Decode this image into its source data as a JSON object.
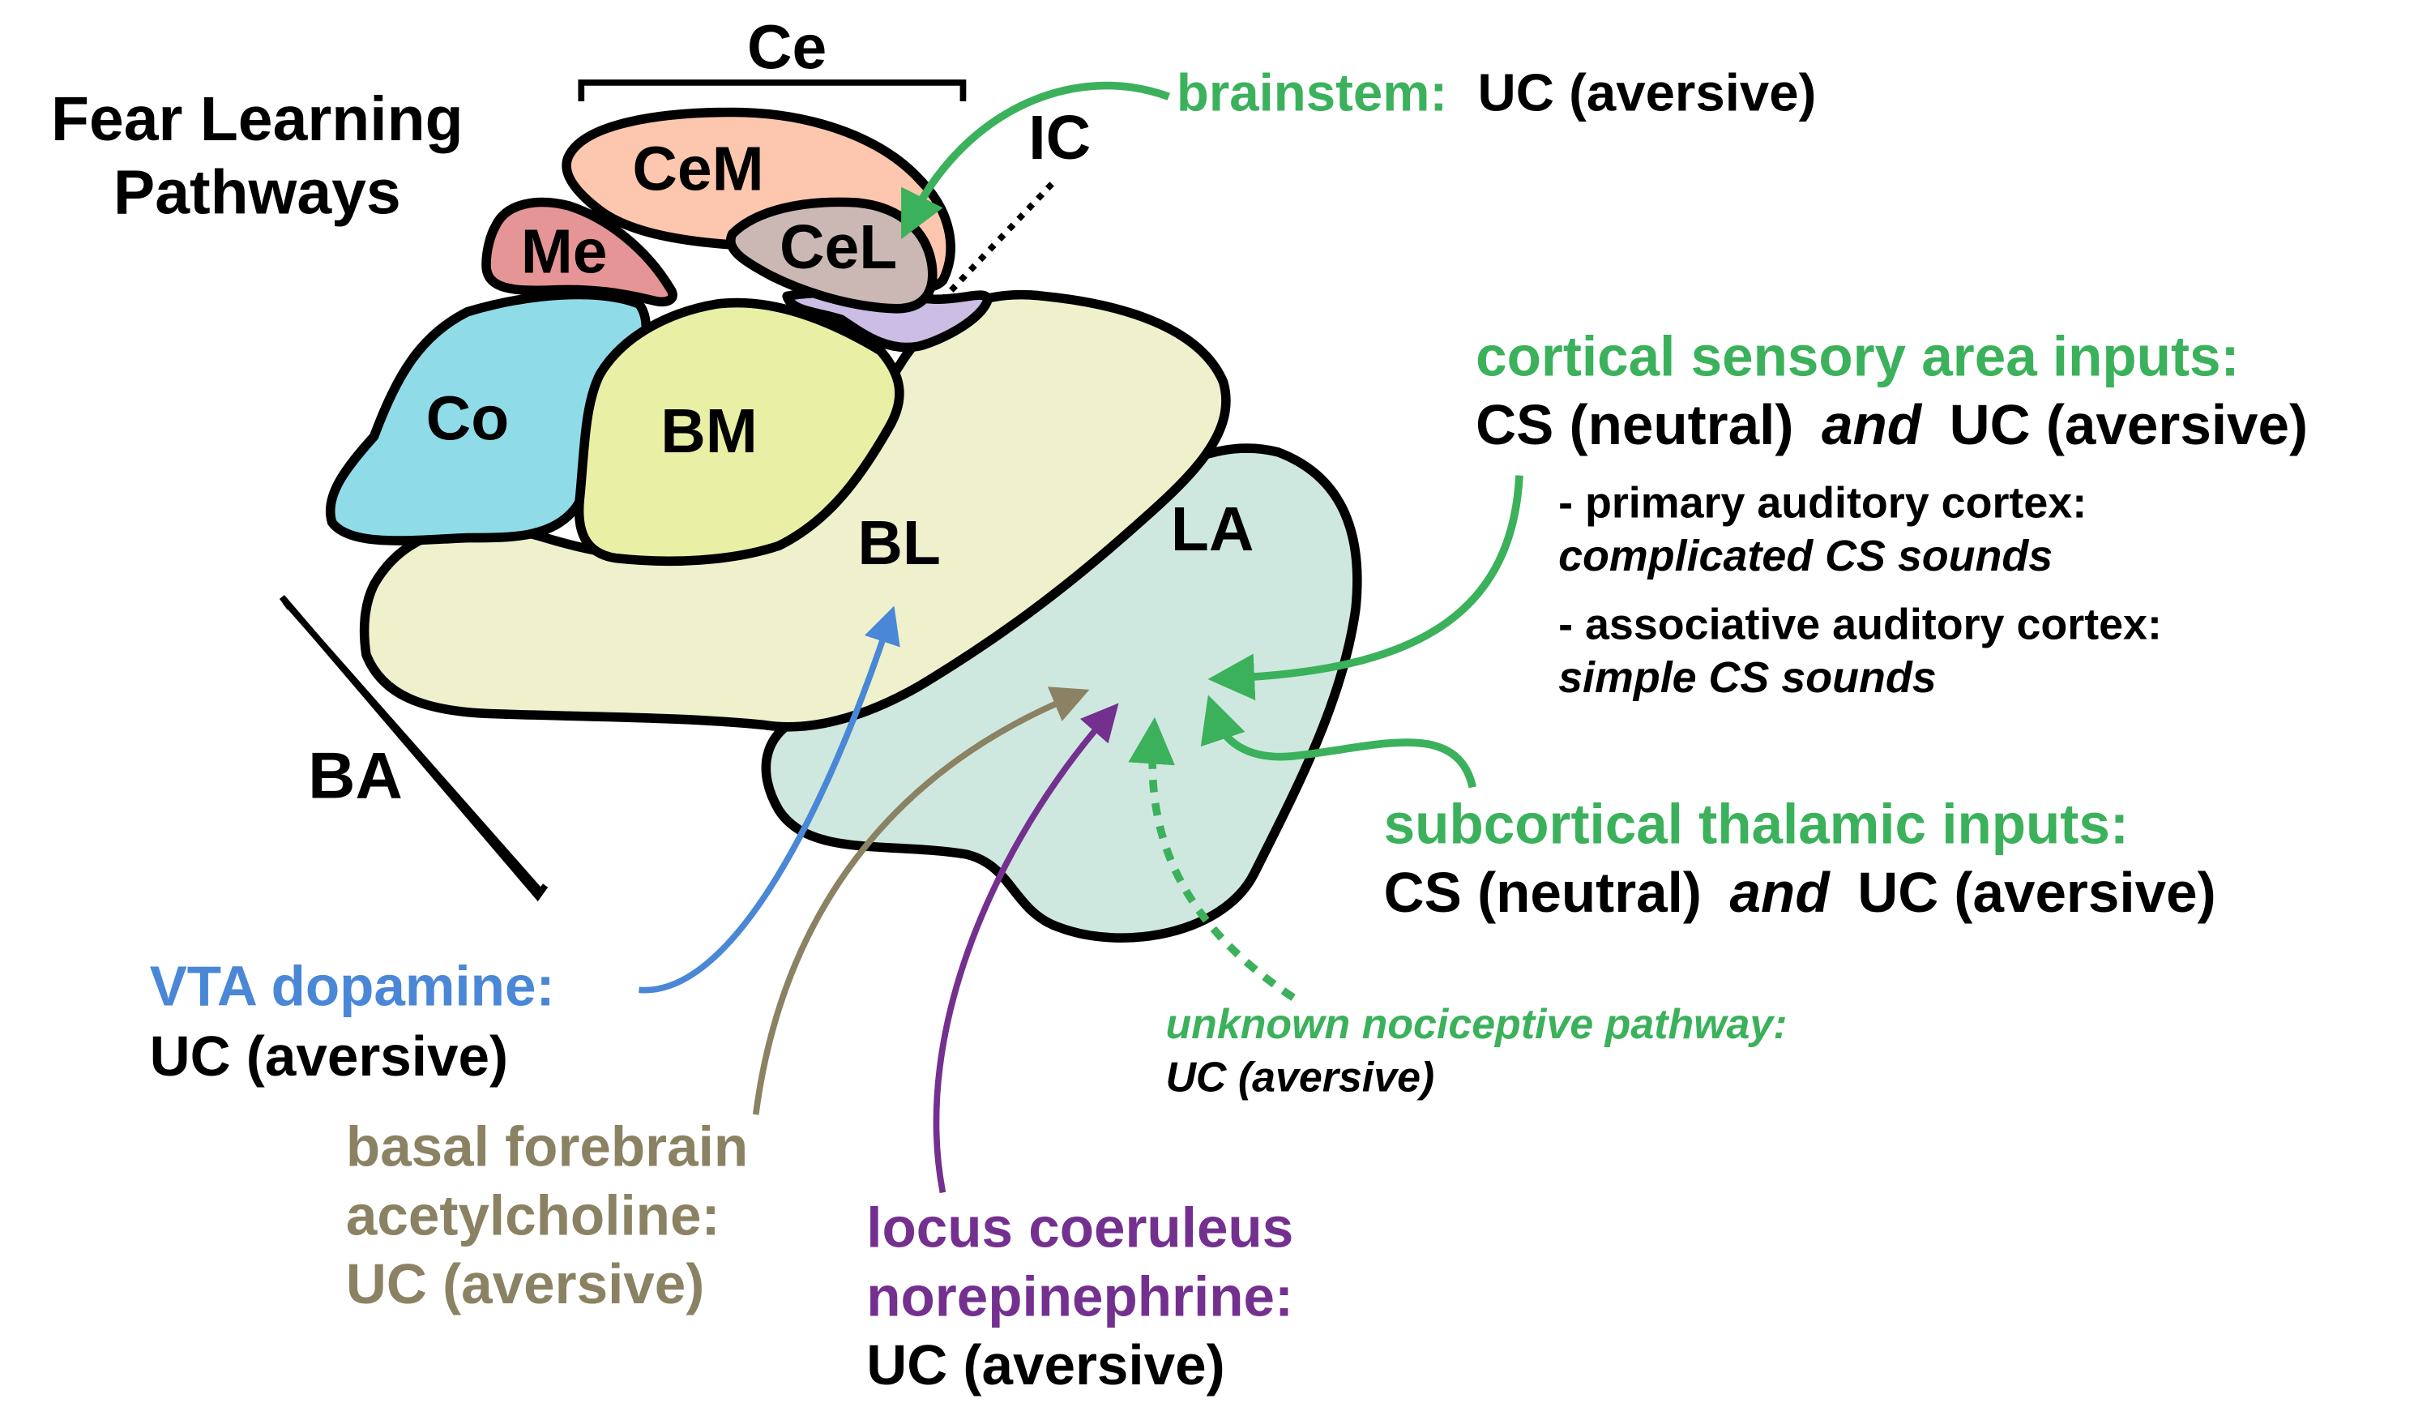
{
  "title": {
    "line1": "Fear Learning",
    "line2": "Pathways"
  },
  "colors": {
    "green": "#3bb15b",
    "blue": "#4a87d6",
    "olive": "#8a8263",
    "purple": "#74308f",
    "black": "#000000"
  },
  "regions": {
    "Ce": "Ce",
    "CeM": "CeM",
    "CeL": "CeL",
    "Me": "Me",
    "IC": "IC",
    "Co": "Co",
    "BM": "BM",
    "BL": "BL",
    "LA": "LA",
    "BA": "BA"
  },
  "region_colors": {
    "CeM": "#fcc7ae",
    "CeL": "#cbb8b5",
    "Me": "#e69597",
    "IC": "#cbbde4",
    "Co": "#8fdce8",
    "BM": "#e9efa5",
    "BL": "#eef1cc",
    "LA": "#cfe8df"
  },
  "inputs": {
    "brainstem": {
      "label": "brainstem:",
      "value": "UC (aversive)"
    },
    "cortical": {
      "label": "cortical sensory area inputs:",
      "value_a": "CS (neutral)",
      "value_and": "and",
      "value_b": "UC (aversive)",
      "sub1_head": "- primary auditory cortex:",
      "sub1_body": "complicated CS sounds",
      "sub2_head": "- associative auditory cortex:",
      "sub2_body": "simple CS sounds"
    },
    "thalamic": {
      "label": "subcortical thalamic inputs:",
      "value_a": "CS (neutral)",
      "value_and": "and",
      "value_b": "UC (aversive)"
    },
    "nociceptive": {
      "label": "unknown nociceptive pathway:",
      "value": "UC (aversive)"
    },
    "vta": {
      "label": "VTA dopamine:",
      "value": "UC (aversive)"
    },
    "basal_forebrain": {
      "line1": "basal forebrain",
      "line2": "acetylcholine:",
      "value": "UC (aversive)"
    },
    "locus_coeruleus": {
      "line1": "locus coeruleus",
      "line2": "norepinephrine:",
      "value": "UC (aversive)"
    }
  }
}
